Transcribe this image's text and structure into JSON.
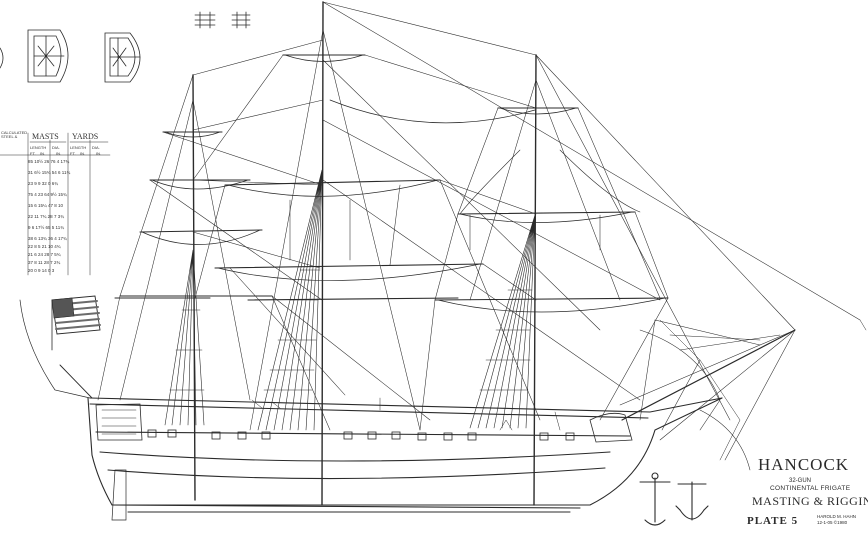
{
  "title_block": {
    "ship_name": "HANCOCK",
    "guns": "32-GUN",
    "class": "CONTINENTAL FRIGATE",
    "subject": "MASTING & RIGGING",
    "plate": "PLATE 5",
    "author": "HAROLD M. HAHN",
    "date": "12-1-05  ©1980"
  },
  "table": {
    "col_labels": [
      "CALCULATED STEEL &",
      "MASTS",
      "YARDS"
    ],
    "sub_labels": [
      "LENGTH",
      "DIA.",
      "LENGTH",
      "DIA."
    ],
    "unit_labels": [
      "FT.",
      "IN.",
      "IN.",
      "FT.",
      "IN.",
      "IN."
    ],
    "rows": [
      "85  10½  26   76  4   17¾",
      "31   6½  15¾  54  6   11¾",
      "23   9    9   32  0   6¾",
      "75   4   23   64  9½  15¾",
      "15   6   15¼  47  8   10",
      "22   11   7¾  28  7   3¾",
      "9    6   17½  65  5   11¾",
      "38   6   13¾  36  4   17¾",
      "22   8    5   21  10  4¾",
      "21   6   24   28  7   5¾",
      "37   8   11   28  7   2¾",
      "20   0    9   14  0   3"
    ]
  },
  "colors": {
    "ink": "#2b2b2b",
    "paper": "#ffffff",
    "flag_red": "#6b6b6b"
  },
  "icons": [
    "ship-hull",
    "mast",
    "yard",
    "sail",
    "rigging-line",
    "flag",
    "anchor",
    "deck-plan"
  ]
}
